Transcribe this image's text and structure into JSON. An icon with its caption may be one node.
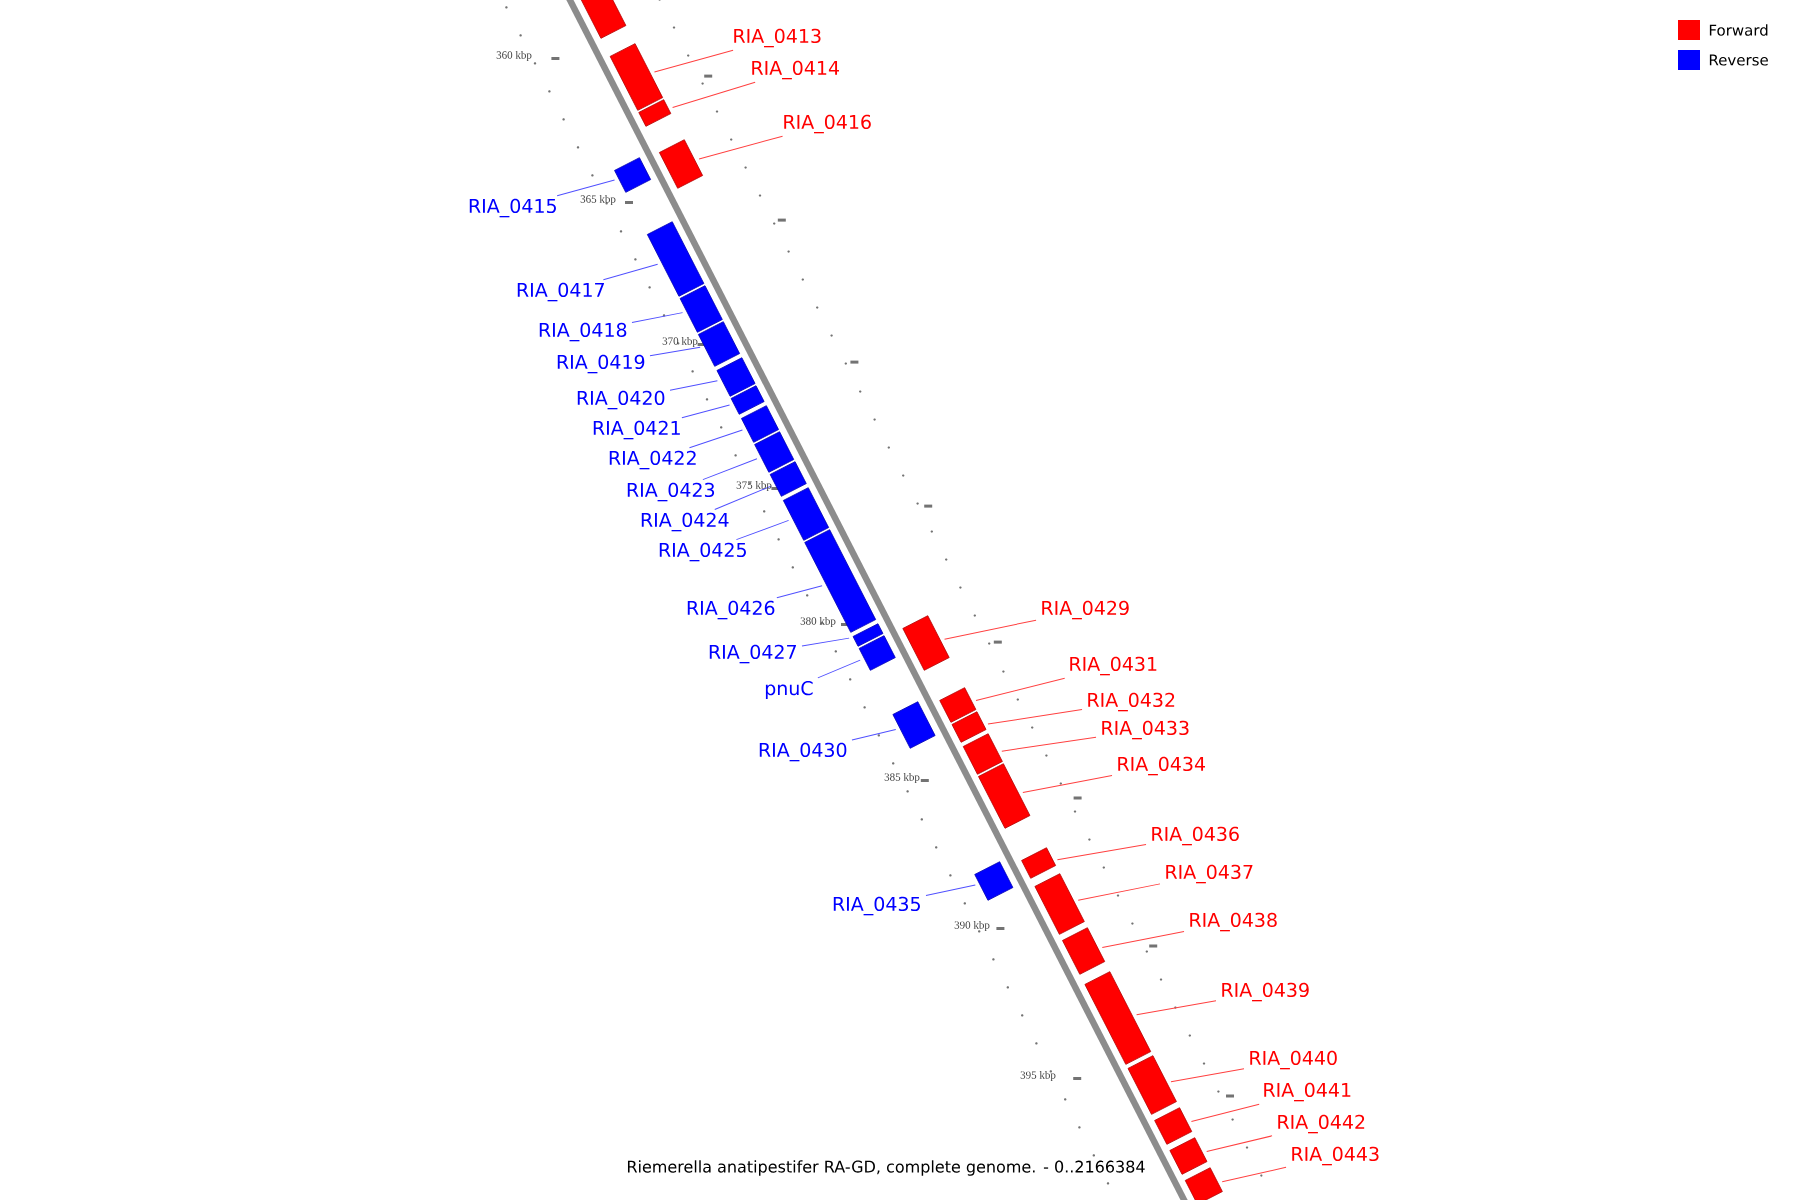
{
  "diagram": {
    "caption": "Riemerella anatipestifer RA-GD, complete genome. - 0..2166384",
    "nodes": [
      {
        "text": [],
        "shape": "bar"
      },
      {
        "text": [
          "RIA_0413"
        ]
      },
      {
        "text": [],
        "shape": "bar"
      },
      {
        "text": [
          "RIA_0414"
        ]
      },
      {
        "text": [],
        "shape": "bar"
      },
      {
        "text": [
          "RIA_0416"
        ]
      },
      {
        "text": [],
        "shape": "bar"
      },
      {
        "text": [
          "RIA_0415"
        ]
      },
      {
        "text": [],
        "shape": "bar"
      },
      {
        "text": [
          "RIA_0417"
        ]
      },
      {
        "text": [],
        "shape": "bar"
      },
      {
        "text": [
          "RIA_0418"
        ]
      },
      {
        "text": [],
        "shape": "bar"
      },
      {
        "text": [
          "RIA_0419"
        ]
      },
      {
        "text": [],
        "shape": "bar"
      },
      {
        "text": [
          "RIA_0420"
        ]
      },
      {
        "text": [],
        "shape": "bar"
      },
      {
        "text": [
          "RIA_0421"
        ]
      },
      {
        "text": [],
        "shape": "bar"
      },
      {
        "text": [
          "RIA_0422"
        ]
      },
      {
        "text": [],
        "shape": "bar"
      },
      {
        "text": [
          "RIA_0423"
        ]
      },
      {
        "text": [],
        "shape": "bar"
      },
      {
        "text": [
          "RIA_0424"
        ]
      },
      {
        "text": [],
        "shape": "bar"
      },
      {
        "text": [
          "RIA_0425"
        ]
      },
      {
        "text": [],
        "shape": "bar"
      },
      {
        "text": [
          "RIA_0429"
        ]
      },
      {
        "text": [],
        "shape": "bar"
      },
      {
        "text": [
          "RIA_0426"
        ]
      },
      {
        "text": [],
        "shape": "bar"
      },
      {
        "text": [
          "RIA_0427"
        ]
      },
      {
        "text": [],
        "shape": "bar"
      },
      {
        "text": [
          "RIA_0431"
        ]
      },
      {
        "text": [],
        "shape": "bar"
      },
      {
        "text": [
          "pnuC"
        ]
      },
      {
        "text": [],
        "shape": "bar"
      },
      {
        "text": [
          "RIA_0432"
        ]
      },
      {
        "text": [],
        "shape": "bar"
      },
      {
        "text": [
          "RIA_0433"
        ]
      },
      {
        "text": [],
        "shape": "bar"
      },
      {
        "text": [
          "RIA_0430"
        ]
      },
      {
        "text": [],
        "shape": "bar"
      },
      {
        "text": [
          "RIA_0434"
        ]
      },
      {
        "text": [],
        "shape": "bar"
      },
      {
        "text": [
          "RIA_0436"
        ]
      },
      {
        "text": [],
        "shape": "bar"
      },
      {
        "text": [
          "RIA_0437"
        ]
      },
      {
        "text": [],
        "shape": "bar"
      },
      {
        "text": [
          "RIA_0435"
        ]
      },
      {
        "text": [],
        "shape": "bar"
      },
      {
        "text": [
          "RIA_0438"
        ]
      },
      {
        "text": [],
        "shape": "bar"
      },
      {
        "text": [
          "RIA_0439"
        ]
      },
      {
        "text": [],
        "shape": "bar"
      },
      {
        "text": [
          "RIA_0440"
        ]
      },
      {
        "text": [],
        "shape": "bar"
      },
      {
        "text": [
          "RIA_0441"
        ]
      },
      {
        "text": [],
        "shape": "bar"
      },
      {
        "text": [
          "RIA_0442"
        ]
      },
      {
        "text": [],
        "shape": "bar"
      },
      {
        "text": [
          "RIA_0443"
        ]
      },
      {
        "text": [],
        "shape": "bar"
      }
    ],
    "edges": [
      {
        "from": 1,
        "to": 2,
        "arrow": "none"
      },
      {
        "from": 3,
        "to": 4,
        "arrow": "none"
      },
      {
        "from": 5,
        "to": 6,
        "arrow": "none"
      },
      {
        "from": 7,
        "to": 8,
        "arrow": "none",
        "color": "#5050ff"
      },
      {
        "from": 9,
        "to": 10,
        "arrow": "none",
        "color": "#5050ff"
      },
      {
        "from": 11,
        "to": 12,
        "arrow": "none",
        "color": "#5050ff"
      },
      {
        "from": 13,
        "to": 14,
        "arrow": "none",
        "color": "#5050ff"
      },
      {
        "from": 15,
        "to": 16,
        "arrow": "none",
        "color": "#5050ff"
      },
      {
        "from": 17,
        "to": 18,
        "arrow": "none",
        "color": "#5050ff"
      },
      {
        "from": 19,
        "to": 20,
        "arrow": "none",
        "color": "#5050ff"
      },
      {
        "from": 21,
        "to": 22,
        "arrow": "none",
        "color": "#5050ff"
      },
      {
        "from": 23,
        "to": 24,
        "arrow": "none",
        "color": "#5050ff"
      },
      {
        "from": 25,
        "to": 26,
        "arrow": "none",
        "color": "#5050ff"
      },
      {
        "from": 27,
        "to": 28,
        "arrow": "none"
      },
      {
        "from": 29,
        "to": 30,
        "arrow": "none",
        "color": "#5050ff"
      },
      {
        "from": 31,
        "to": 32,
        "arrow": "none",
        "color": "#5050ff"
      },
      {
        "from": 33,
        "to": 34,
        "arrow": "none"
      },
      {
        "from": 35,
        "to": 36,
        "arrow": "none",
        "color": "#5050ff"
      },
      {
        "from": 37,
        "to": 38,
        "arrow": "none"
      },
      {
        "from": 39,
        "to": 40,
        "arrow": "none"
      },
      {
        "from": 41,
        "to": 42,
        "arrow": "none",
        "color": "#5050ff"
      },
      {
        "from": 43,
        "to": 44,
        "arrow": "none"
      },
      {
        "from": 45,
        "to": 46,
        "arrow": "none"
      },
      {
        "from": 47,
        "to": 48,
        "arrow": "none"
      },
      {
        "from": 49,
        "to": 50,
        "arrow": "none",
        "color": "#5050ff"
      },
      {
        "from": 51,
        "to": 52,
        "arrow": "none"
      },
      {
        "from": 53,
        "to": 54,
        "arrow": "none"
      },
      {
        "from": 55,
        "to": 56,
        "arrow": "none"
      },
      {
        "from": 57,
        "to": 58,
        "arrow": "none"
      },
      {
        "from": 59,
        "to": 60,
        "arrow": "none"
      },
      {
        "from": 61,
        "to": 62,
        "arrow": "none"
      }
    ],
    "labels": [
      "360 kbp",
      "365 kbp",
      "370 kbp",
      "375 kbp",
      "380 kbp",
      "385 kbp",
      "390 kbp",
      "395 kbp"
    ],
    "legend": [
      {
        "text": "Forward",
        "color": "#ff0000"
      },
      {
        "text": "Reverse",
        "color": "#0000ff"
      }
    ]
  }
}
